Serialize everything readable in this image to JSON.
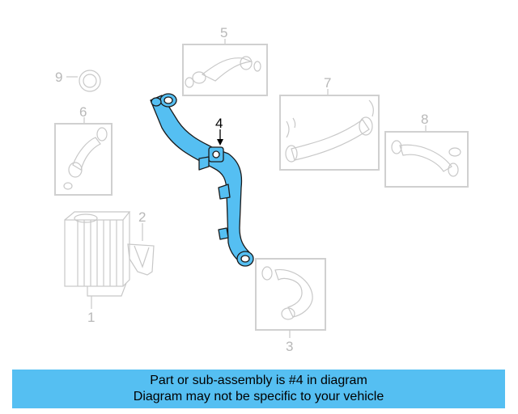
{
  "diagram": {
    "callouts": {
      "c1": "1",
      "c2": "2",
      "c3": "3",
      "c4": "4",
      "c5": "5",
      "c6": "6",
      "c7": "7",
      "c8": "8",
      "c9": "9"
    },
    "highlighted_part": "4",
    "colors": {
      "highlight": "#55bff2",
      "outline_muted": "#c8c8c8",
      "box_muted": "#d0d0d0"
    }
  },
  "caption": {
    "line1": "Part or sub-assembly is #4 in diagram",
    "line2": "Diagram may not be specific to your vehicle"
  }
}
